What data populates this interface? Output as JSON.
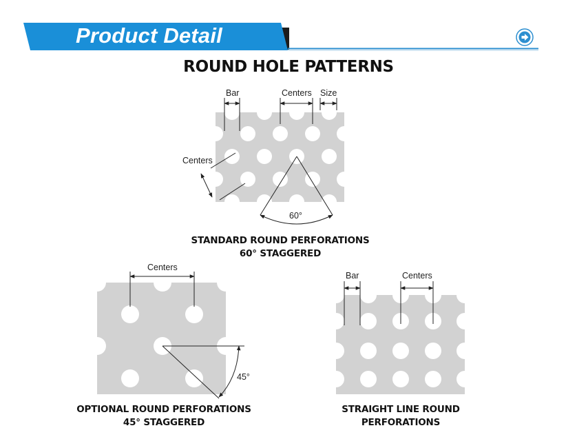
{
  "header": {
    "title": "Product Detail",
    "colors": {
      "banner": "#1a8fd8",
      "dark": "#1c1c1c",
      "line": "#2d8fd0"
    },
    "nav_icon": "arrow-right-circle-icon"
  },
  "main_title": "ROUND HOLE PATTERNS",
  "patterns": [
    {
      "labels": {
        "bar": "Bar",
        "centers_top": "Centers",
        "size": "Size",
        "centers_side": "Centers",
        "angle": "60°"
      },
      "caption": [
        "STANDARD ROUND PERFORATIONS",
        "60° STAGGERED"
      ]
    },
    {
      "labels": {
        "centers_top": "Centers",
        "angle": "45°"
      },
      "caption": [
        "OPTIONAL ROUND PERFORATIONS",
        "45° STAGGERED"
      ]
    },
    {
      "labels": {
        "bar": "Bar",
        "centers_top": "Centers"
      },
      "caption": [
        "STRAIGHT LINE ROUND",
        "PERFORATIONS"
      ]
    }
  ],
  "colors": {
    "plate": "#d2d2d2",
    "hole": "#ffffff",
    "line": "#222222"
  }
}
